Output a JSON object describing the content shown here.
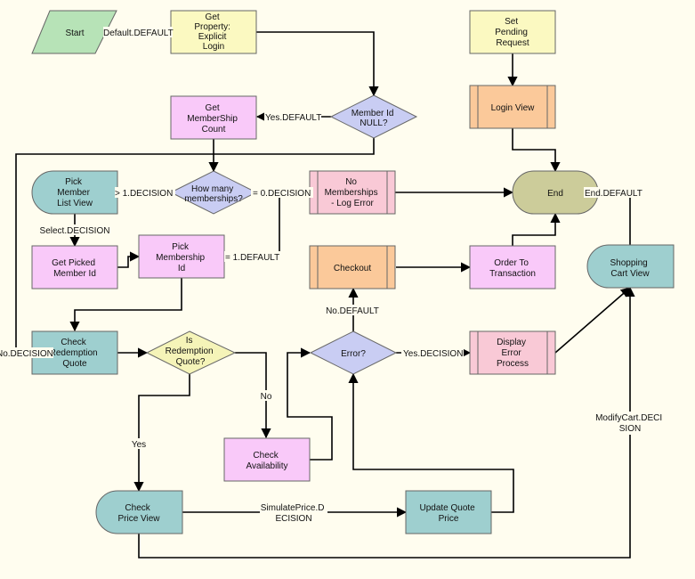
{
  "diagram": {
    "nodes": {
      "start": {
        "lines": [
          "Start"
        ],
        "color": "#b7e3b7"
      },
      "get_property": {
        "lines": [
          "Get",
          "Property:",
          "Explicit",
          "Login"
        ],
        "color": "#fbf9c1"
      },
      "set_pending": {
        "lines": [
          "Set",
          "Pending",
          "Request"
        ],
        "color": "#fbf9c1"
      },
      "member_id_null": {
        "lines": [
          "Member Id",
          "NULL?"
        ],
        "color": "#c9cdf3"
      },
      "get_membership_count": {
        "lines": [
          "Get",
          "MemberShip",
          "Count"
        ],
        "color": "#f9c9f9"
      },
      "login_view": {
        "lines": [
          "Login View"
        ],
        "color": "#fbc99a"
      },
      "pick_member_list_view": {
        "lines": [
          "Pick",
          "Member",
          "List View"
        ],
        "color": "#9ecfcf"
      },
      "how_many_memberships": {
        "lines": [
          "How many",
          "memberships?"
        ],
        "color": "#c9cdf3"
      },
      "no_memberships": {
        "lines": [
          "No",
          "Memberships",
          "- Log Error"
        ],
        "color": "#f9c9d6"
      },
      "end": {
        "lines": [
          "End"
        ],
        "color": "#cccc9a"
      },
      "get_picked_member_id": {
        "lines": [
          "Get Picked",
          "Member Id"
        ],
        "color": "#f9c9f9"
      },
      "pick_membership_id": {
        "lines": [
          "Pick",
          "Membership",
          "Id"
        ],
        "color": "#f9c9f9"
      },
      "checkout": {
        "lines": [
          "Checkout"
        ],
        "color": "#fbc99a"
      },
      "order_to_transaction": {
        "lines": [
          "Order To",
          "Transaction"
        ],
        "color": "#f9c9f9"
      },
      "shopping_cart_view": {
        "lines": [
          "Shopping",
          "Cart View"
        ],
        "color": "#9ecfcf"
      },
      "check_redemption_quote": {
        "lines": [
          "Check",
          "Redemption",
          "Quote"
        ],
        "color": "#9ecfcf"
      },
      "is_redemption_quote": {
        "lines": [
          "Is",
          "Redemption",
          "Quote?"
        ],
        "color": "#f5f4b8"
      },
      "error": {
        "lines": [
          "Error?"
        ],
        "color": "#c9cdf3"
      },
      "display_error_process": {
        "lines": [
          "Display",
          "Error",
          "Process"
        ],
        "color": "#f9c9d6"
      },
      "check_availability": {
        "lines": [
          "Check",
          "Availability"
        ],
        "color": "#f9c9f9"
      },
      "check_price_view": {
        "lines": [
          "Check",
          "Price View"
        ],
        "color": "#9ecfcf"
      },
      "update_quote_price": {
        "lines": [
          "Update Quote",
          "Price"
        ],
        "color": "#9ecfcf"
      }
    },
    "edges": {
      "default_default": "Default.DEFAULT",
      "yes_default": "Yes.DEFAULT",
      "gt1_decision": "> 1.DECISION",
      "eq0_decision": "= 0.DECISION",
      "select_decision": "Select.DECISION",
      "eq1_default": "= 1.DEFAULT",
      "no_decision": "No.DECISION",
      "end_default": "End.DEFAULT",
      "no_default": "No.DEFAULT",
      "yes_decision": "Yes.DECISION",
      "no": "No",
      "yes": "Yes",
      "modifycart_decision": [
        "ModifyCart.DECI",
        "SION"
      ],
      "simulateprice_decision": [
        "SimulatePrice.D",
        "ECISION"
      ]
    }
  }
}
